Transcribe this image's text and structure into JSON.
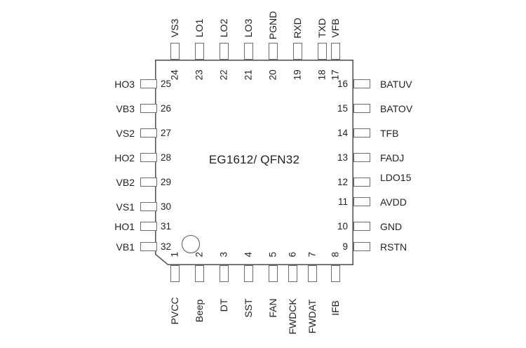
{
  "diagram": {
    "type": "ic-pinout",
    "part_label": "EG1612/ QFN32",
    "package": "QFN32",
    "pin_count": 32,
    "pin1_indicator": "circle-bottom-left",
    "colors": {
      "body_stroke": "#58585a",
      "lead_stroke": "#6d6e70",
      "text": "#231f20",
      "background": "#ffffff"
    },
    "pins": {
      "bottom": [
        {
          "number": "1",
          "name": "PVCC"
        },
        {
          "number": "2",
          "name": "Beep"
        },
        {
          "number": "3",
          "name": "DT"
        },
        {
          "number": "4",
          "name": "SST"
        },
        {
          "number": "5",
          "name": "FAN"
        },
        {
          "number": "6",
          "name": "FWDCK"
        },
        {
          "number": "7",
          "name": "FWDAT"
        },
        {
          "number": "8",
          "name": "IFB"
        }
      ],
      "right": [
        {
          "number": "9",
          "name": "RSTN"
        },
        {
          "number": "10",
          "name": "GND"
        },
        {
          "number": "11",
          "name": "AVDD"
        },
        {
          "number": "12",
          "name": "LDO15"
        },
        {
          "number": "13",
          "name": "FADJ"
        },
        {
          "number": "14",
          "name": "TFB"
        },
        {
          "number": "15",
          "name": "BATOV"
        },
        {
          "number": "16",
          "name": "BATUV"
        }
      ],
      "top": [
        {
          "number": "17",
          "name": "VFB"
        },
        {
          "number": "18",
          "name": "TXD"
        },
        {
          "number": "19",
          "name": "RXD"
        },
        {
          "number": "20",
          "name": "PGND"
        },
        {
          "number": "21",
          "name": "LO3"
        },
        {
          "number": "22",
          "name": "LO2"
        },
        {
          "number": "23",
          "name": "LO1"
        },
        {
          "number": "24",
          "name": "VS3"
        }
      ],
      "left": [
        {
          "number": "25",
          "name": "HO3"
        },
        {
          "number": "26",
          "name": "VB3"
        },
        {
          "number": "27",
          "name": "VS2"
        },
        {
          "number": "28",
          "name": "HO2"
        },
        {
          "number": "29",
          "name": "VB2"
        },
        {
          "number": "30",
          "name": "VS1"
        },
        {
          "number": "31",
          "name": "HO1"
        },
        {
          "number": "32",
          "name": "VB1"
        }
      ]
    }
  }
}
